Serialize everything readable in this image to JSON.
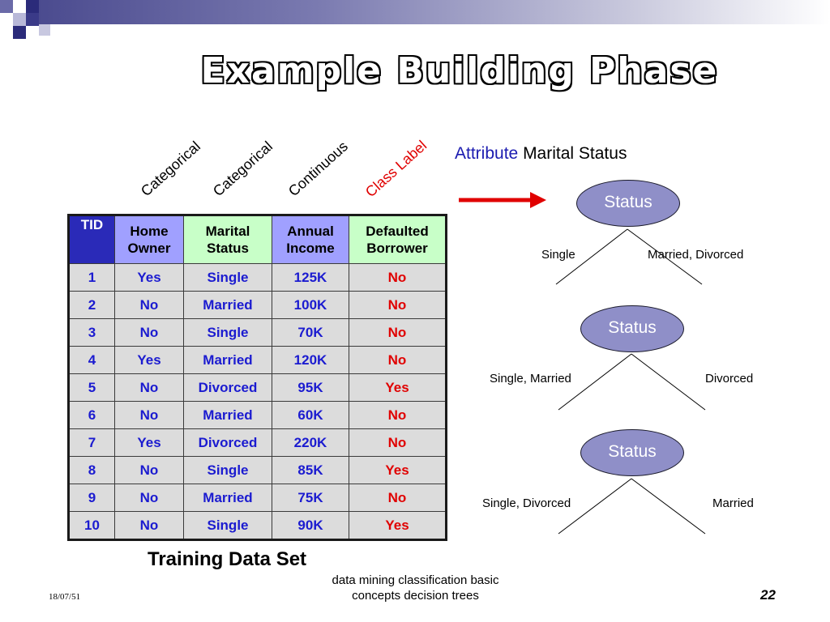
{
  "slide": {
    "title": "Example Building Phase",
    "attribute_label": "Attribute",
    "attribute_value": "Marital Status",
    "caption": "Training Data Set",
    "footer_line1": "data mining classification basic",
    "footer_line2": "concepts decision trees",
    "date": "18/07/51",
    "page_number": "22"
  },
  "column_types": [
    {
      "label": "Categorical",
      "color": "#000000"
    },
    {
      "label": "Categorical",
      "color": "#000000"
    },
    {
      "label": "Continuous",
      "color": "#000000"
    },
    {
      "label": "Class Label",
      "color": "#e00000"
    }
  ],
  "table": {
    "headers": [
      {
        "line1": "TID",
        "line2": "",
        "bg": "#2a2ab8",
        "color": "#ffffff"
      },
      {
        "line1": "Home",
        "line2": "Owner",
        "bg": "#a0a0ff",
        "color": "#000000"
      },
      {
        "line1": "Marital",
        "line2": "Status",
        "bg": "#c8ffc8",
        "color": "#000000"
      },
      {
        "line1": "Annual",
        "line2": "Income",
        "bg": "#a0a0ff",
        "color": "#000000"
      },
      {
        "line1": "Defaulted",
        "line2": "Borrower",
        "bg": "#c8ffc8",
        "color": "#000000"
      }
    ],
    "rows": [
      [
        "1",
        "Yes",
        "Single",
        "125K",
        "No"
      ],
      [
        "2",
        "No",
        "Married",
        "100K",
        "No"
      ],
      [
        "3",
        "No",
        "Single",
        "70K",
        "No"
      ],
      [
        "4",
        "Yes",
        "Married",
        "120K",
        "No"
      ],
      [
        "5",
        "No",
        "Divorced",
        "95K",
        "Yes"
      ],
      [
        "6",
        "No",
        "Married",
        "60K",
        "No"
      ],
      [
        "7",
        "Yes",
        "Divorced",
        "220K",
        "No"
      ],
      [
        "8",
        "No",
        "Single",
        "85K",
        "Yes"
      ],
      [
        "9",
        "No",
        "Married",
        "75K",
        "No"
      ],
      [
        "10",
        "No",
        "Single",
        "90K",
        "Yes"
      ]
    ]
  },
  "splits": [
    {
      "node": "Status",
      "left": "Single",
      "right": "Married, Divorced"
    },
    {
      "node": "Status",
      "left": "Single, Married",
      "right": "Divorced"
    },
    {
      "node": "Status",
      "left": "Single, Divorced",
      "right": "Married"
    }
  ],
  "colors": {
    "arrow": "#e00000",
    "node_fill": "#8f8fc8",
    "data_text": "#1b1bd0",
    "class_text": "#e00000",
    "cell_bg": "#dcdcdc"
  }
}
